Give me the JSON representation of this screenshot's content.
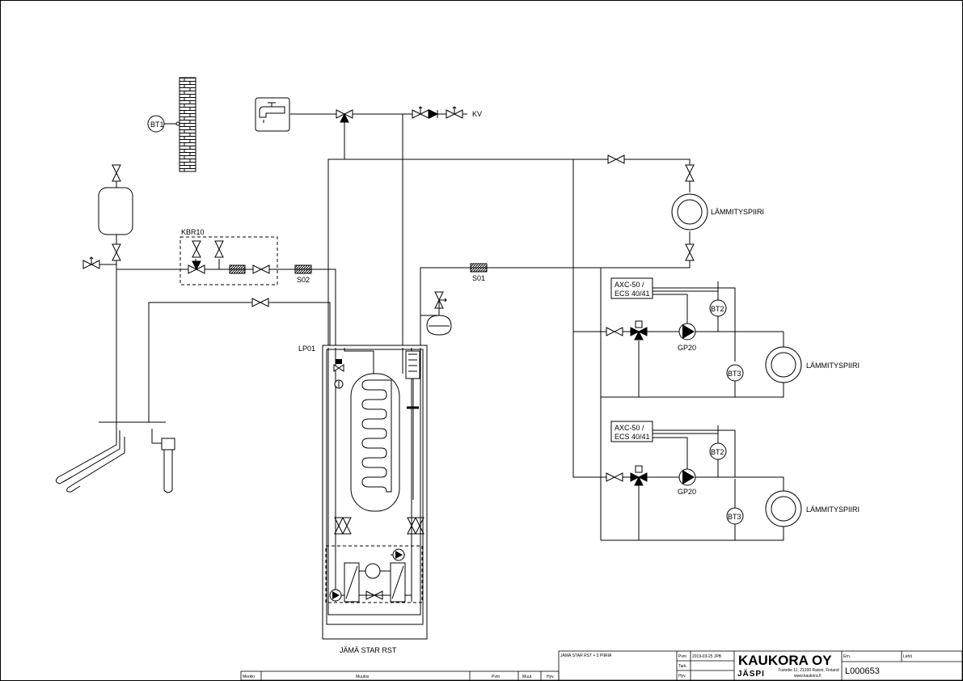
{
  "labels": {
    "cold_water": "KV",
    "bt1": "BT1",
    "kbr10": "KBR10",
    "s02": "S02",
    "s01": "S01",
    "lp01": "LP01",
    "unit": "JÄMÄ STAR RST",
    "heating_circuit": "LÄMMITYSPIIRI",
    "controller_line1": "AXC-50 /",
    "controller_line2": "ECS 40/41",
    "bt2": "BT2",
    "bt3": "BT3",
    "gp20": "GP20"
  },
  "title_block": {
    "title": "JÄMÄ STAR RST + 3 PIIRIÄ",
    "row_pvm": "Pvm",
    "row_tark": "Tark.",
    "row_hyv": "Hyv.",
    "date": "2019-03-25 JPB",
    "company": "KAUKORA OY",
    "brand": "JÄSPI",
    "address": "Tuotetie 11, 21200 Raisio, Finland",
    "website": "www.kaukora.fi",
    "col_ern": "Ern.",
    "col_lehti": "Lehti",
    "doc_number": "L000653"
  },
  "revision_block": {
    "merkki": "Merkki",
    "muutos": "Muutos",
    "pvm": "Pvm",
    "muut": "Muut.",
    "hyv": "Hyv."
  }
}
